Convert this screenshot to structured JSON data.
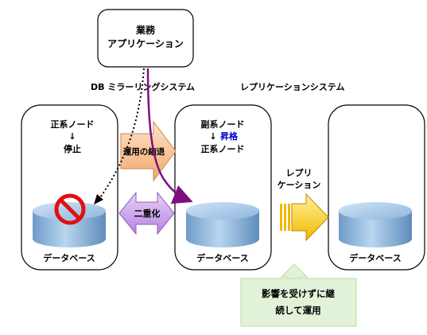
{
  "app": {
    "line1": "業務",
    "line2": "アプリケーション"
  },
  "labels": {
    "db_mirroring": "DB ミラーリングシステム",
    "replication_system": "レプリケーションシステム",
    "replication_arrow_line1": "レプリ",
    "replication_arrow_line2": "ケーション"
  },
  "left_node": {
    "line1": "正系ノード",
    "arrow": "↓",
    "line3": "停止",
    "db_label": "データベース"
  },
  "middle_node": {
    "line1": "副系ノード",
    "arrow": "↓",
    "promote": "昇格",
    "line3": "正系ノード",
    "db_label": "データベース"
  },
  "right_node": {
    "db_label": "データベース"
  },
  "arrows": {
    "degrade": "運用の縮退",
    "duplex": "二重化"
  },
  "callout": {
    "line1": "影響を受けずに継",
    "line2": "続して運用"
  },
  "colors": {
    "db_fill": "#9dc3e6",
    "orange_arrow": "#f8c89c",
    "lavender_arrow": "#c9a0e8",
    "yellow_arrow": "#ffd200",
    "callout_fill": "#e2f2d8",
    "purple_line": "#7f0f7f",
    "promote_text": "#0000cc",
    "prohibit_red": "#e01010"
  }
}
